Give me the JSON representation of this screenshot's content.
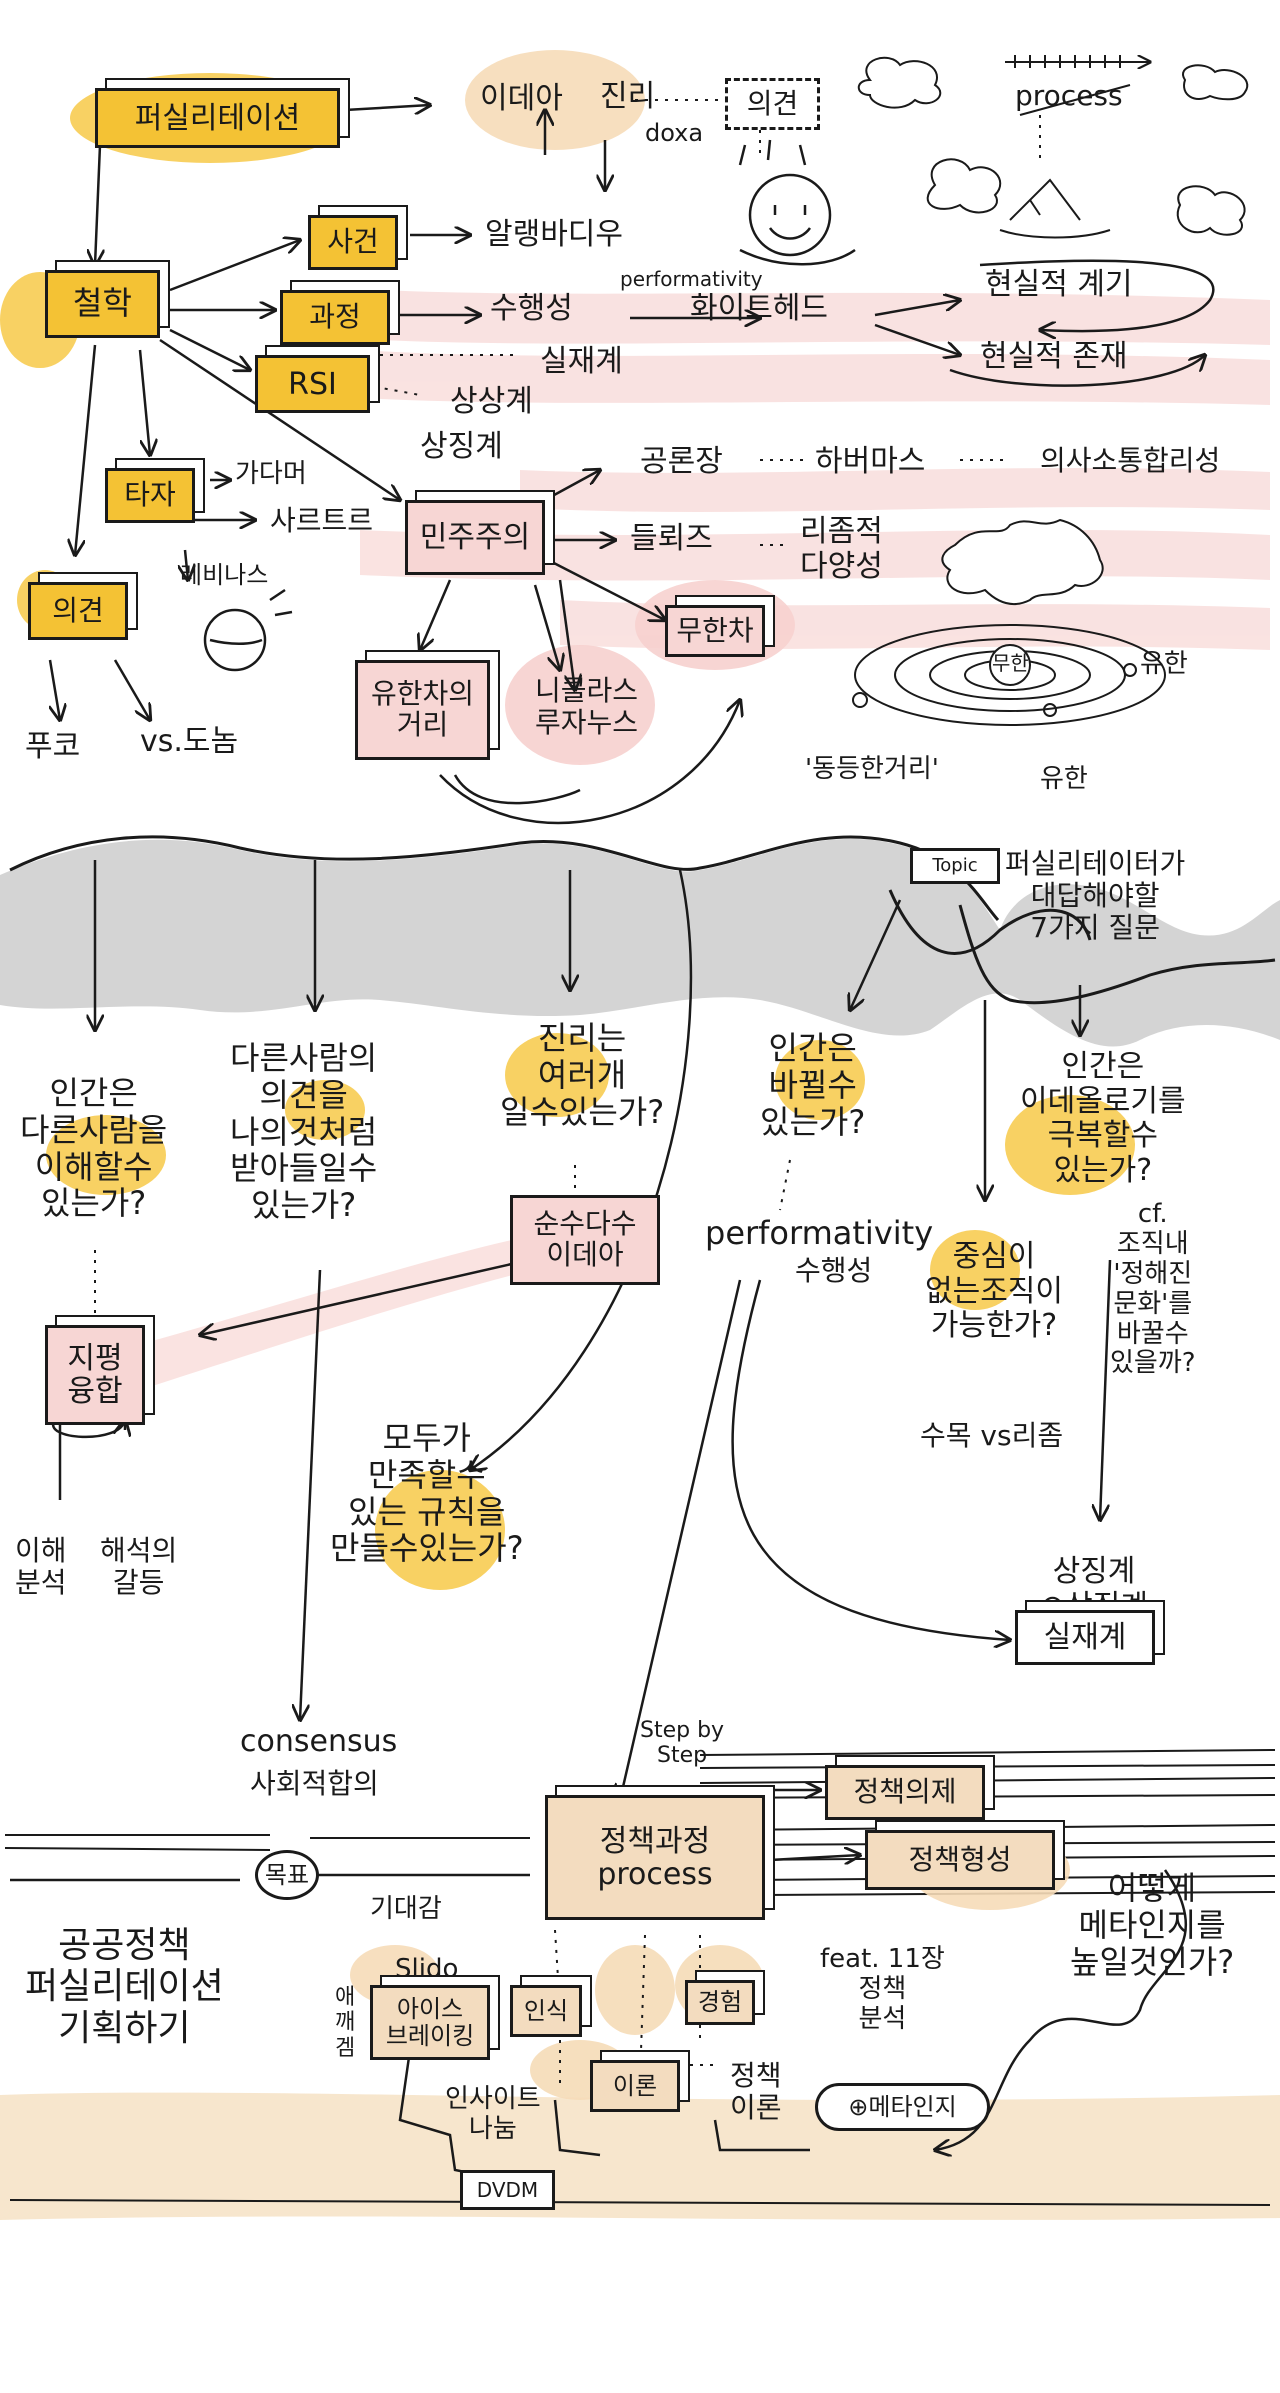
{
  "colors": {
    "highlight_yellow": "#f7c948",
    "box_yellow": "#f4c234",
    "pink_band": "#f8d9d7",
    "gray_band": "#cfcfcf",
    "tan_band": "#f6e3c8",
    "ink": "#1a1a1a"
  },
  "top": {
    "facilitation": "퍼실리테이션",
    "idea": "이데아",
    "truth": "진리",
    "doxa": "doxa",
    "opinion_bubble": "의견",
    "process": "process",
    "philosophy": "철학",
    "event": "사건",
    "process_box": "과정",
    "rsi": "RSI",
    "alain_badiou": "알랭바디우",
    "performativity_label": "performativity",
    "performativity_kr": "수행성",
    "whitehead": "화이트헤드",
    "actual_occasion": "현실적 계기",
    "actual_entity": "현실적 존재",
    "real": "실재계",
    "imaginary": "상상계",
    "symbolic": "상징계",
    "other": "타자",
    "levinas": "레비나스",
    "ahead": "가다머",
    "sartre": "사르트르",
    "democracy": "민주주의",
    "public_sphere": "공론장",
    "habermas": "하버마스",
    "deliberation": "의사소통합리성",
    "deleuze": "들뢰즈",
    "rhizome": "리좀적\n다양성",
    "infinity": "무한차",
    "finite_distance": "유한차의\n거리",
    "nicolas": "니콜라스\n루자누스",
    "opinion": "의견",
    "fungi": "푸코",
    "vs_dom": "vs.도놈",
    "center_infinite": "무한",
    "finite_right": "유한",
    "finite_bottom": "유한",
    "equal_distance": "'동등한거리'"
  },
  "middle": {
    "topic_tag": "Topic",
    "topic_title": "퍼실리테이터가\n대답해야할\n7가지 질문",
    "q1": "인간은\n다른사람을\n이해할수\n있는가?",
    "q1_box": "지평\n융합",
    "understand": "이해\n분석",
    "conflict": "해석의\n갈등",
    "q2": "다른사람의\n의견을\n나의것처럼\n받아들일수\n있는가?",
    "consensus": "consensus",
    "social_agreement": "사회적합의",
    "q3": "진리는\n여러개\n일수있는가?",
    "q3_box": "순수다수\n이데아",
    "q4": "모두가\n만족할수\n있는 규칙을\n만들수있는가?",
    "q5": "인간은\n바뀔수\n있는가?",
    "performativity": "performativity",
    "performativity_kr": "수행성",
    "q6": "중심이\n없는조직이\n가능한가?",
    "arbor": "수목 vs리좀",
    "q7": "인간은\n이데올로기를\n극복할수\n있는가?",
    "cf": "cf.\n조직내\n'정해진\n문화'를\n바꿀수\n있을까?",
    "symbolic_plus": "상징계\n⊕상징계\nvs",
    "real_box": "실재계"
  },
  "bottom": {
    "step_by_step": "Step by\nStep",
    "policy_agenda": "정책의제",
    "policy_formation": "정책형성",
    "policy_process": "정책과정\nprocess",
    "goal": "목표",
    "expectation": "기대감",
    "public_policy_title": "공공정책\n퍼실리테이션\n기획하기",
    "slido": "Slido",
    "ice_breaking": "아이스\n브레이킹",
    "ice_side": "애\n깨\n겜",
    "cognition": "인식",
    "experience": "경험",
    "feat": "feat. 11장\n정책\n분석",
    "insight": "인사이트\n나눔",
    "theory": "이론",
    "policy_theory": "정책\n이론",
    "metacognition": "⊕메타인지",
    "dvdm": "DVDM",
    "how_meta": "어떻게\n메타인지를\n높일것인가?"
  }
}
